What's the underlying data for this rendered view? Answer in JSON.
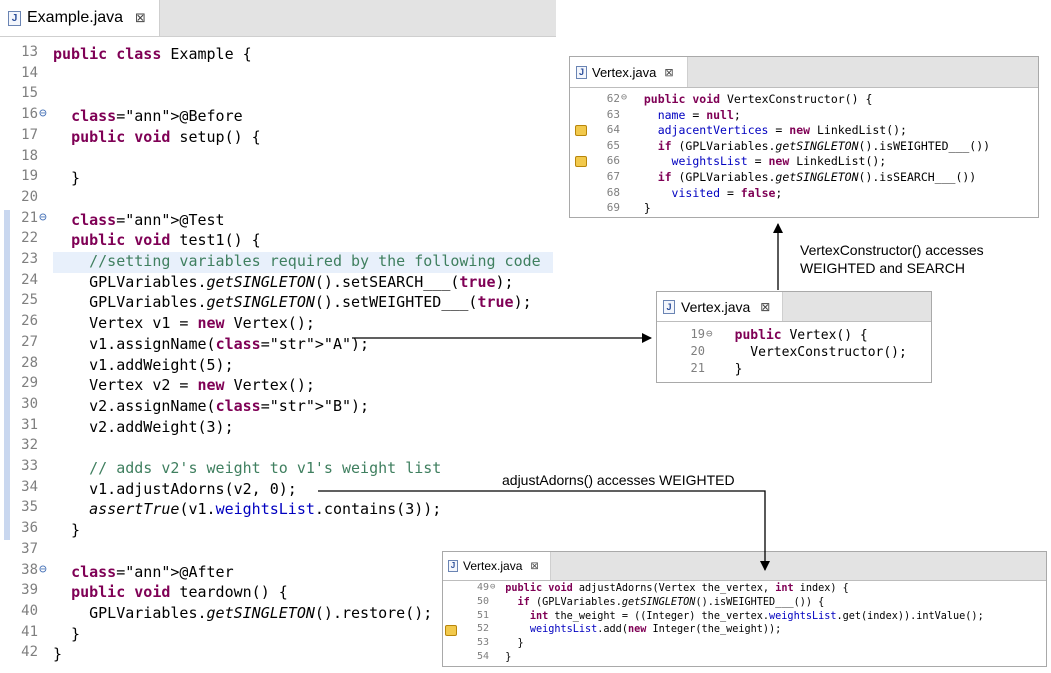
{
  "main_editor": {
    "tab_label": "Example.java",
    "file_icon": "java-file-icon",
    "close_icon": "close-icon",
    "lines": [
      {
        "n": "13",
        "text": "public class Example {"
      },
      {
        "n": "14",
        "text": ""
      },
      {
        "n": "15",
        "text": ""
      },
      {
        "n": "16",
        "text": "  @Before"
      },
      {
        "n": "17",
        "text": "  public void setup() {"
      },
      {
        "n": "18",
        "text": ""
      },
      {
        "n": "19",
        "text": "  }"
      },
      {
        "n": "20",
        "text": ""
      },
      {
        "n": "21",
        "text": "  @Test"
      },
      {
        "n": "22",
        "text": "  public void test1() {"
      },
      {
        "n": "23",
        "text": "    //setting variables required by the following code"
      },
      {
        "n": "24",
        "text": "    GPLVariables.getSINGLETON().setSEARCH___(true);"
      },
      {
        "n": "25",
        "text": "    GPLVariables.getSINGLETON().setWEIGHTED___(true);"
      },
      {
        "n": "26",
        "text": "    Vertex v1 = new Vertex();"
      },
      {
        "n": "27",
        "text": "    v1.assignName(\"A\");"
      },
      {
        "n": "28",
        "text": "    v1.addWeight(5);"
      },
      {
        "n": "29",
        "text": "    Vertex v2 = new Vertex();"
      },
      {
        "n": "30",
        "text": "    v2.assignName(\"B\");"
      },
      {
        "n": "31",
        "text": "    v2.addWeight(3);"
      },
      {
        "n": "32",
        "text": ""
      },
      {
        "n": "33",
        "text": "    // adds v2's weight to v1's weight list"
      },
      {
        "n": "34",
        "text": "    v1.adjustAdorns(v2, 0);"
      },
      {
        "n": "35",
        "text": "    assertTrue(v1.weightsList.contains(3));"
      },
      {
        "n": "36",
        "text": "  }"
      },
      {
        "n": "37",
        "text": ""
      },
      {
        "n": "38",
        "text": "  @After"
      },
      {
        "n": "39",
        "text": "  public void teardown() {"
      },
      {
        "n": "40",
        "text": "    GPLVariables.getSINGLETON().restore();"
      },
      {
        "n": "41",
        "text": "  }"
      },
      {
        "n": "42",
        "text": "}"
      }
    ]
  },
  "popup_constructor": {
    "tab_label": "Vertex.java",
    "lines": [
      {
        "n": "62",
        "text": "  public void VertexConstructor() {"
      },
      {
        "n": "63",
        "text": "    name = null;"
      },
      {
        "n": "64",
        "text": "    adjacentVertices = new LinkedList();"
      },
      {
        "n": "65",
        "text": "    if (GPLVariables.getSINGLETON().isWEIGHTED___())"
      },
      {
        "n": "66",
        "text": "      weightsList = new LinkedList();"
      },
      {
        "n": "67",
        "text": "    if (GPLVariables.getSINGLETON().isSEARCH___())"
      },
      {
        "n": "68",
        "text": "      visited = false;"
      },
      {
        "n": "69",
        "text": "  }"
      }
    ]
  },
  "popup_vertex": {
    "tab_label": "Vertex.java",
    "lines": [
      {
        "n": "19",
        "text": "  public Vertex() {"
      },
      {
        "n": "20",
        "text": "    VertexConstructor();"
      },
      {
        "n": "21",
        "text": "  }"
      }
    ]
  },
  "popup_adjust": {
    "tab_label": "Vertex.java",
    "lines": [
      {
        "n": "49",
        "text": "  public void adjustAdorns(Vertex the_vertex, int index) {"
      },
      {
        "n": "50",
        "text": "    if (GPLVariables.getSINGLETON().isWEIGHTED___()) {"
      },
      {
        "n": "51",
        "text": "      int the_weight = ((Integer) the_vertex.weightsList.get(index)).intValue();"
      },
      {
        "n": "52",
        "text": "      weightsList.add(new Integer(the_weight));"
      },
      {
        "n": "53",
        "text": "    }"
      },
      {
        "n": "54",
        "text": "  }"
      }
    ]
  },
  "labels": {
    "constructor_note_1": "VertexConstructor() accesses",
    "constructor_note_2": "WEIGHTED and SEARCH",
    "adjust_note": "adjustAdorns() accesses WEIGHTED"
  },
  "colors": {
    "keyword": "#7f0055",
    "comment": "#3f7f5f",
    "string": "#2a00ff",
    "field": "#0000c0",
    "annotation": "#646464"
  }
}
